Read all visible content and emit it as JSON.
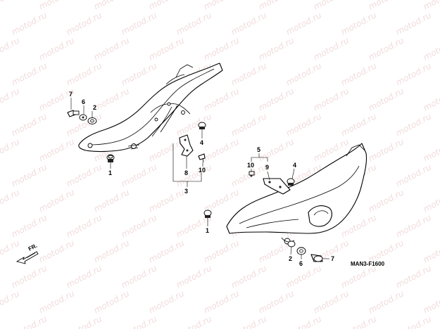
{
  "watermark_text": "motod.ru",
  "diagram_code": "MAN3-F1600",
  "direction_label": "FR.",
  "left_panel_callouts": {
    "c7": "7",
    "c6": "6",
    "c2": "2",
    "c1": "1"
  },
  "bracket_callouts": {
    "c4": "4",
    "c8": "8",
    "c10": "10",
    "c3": "3",
    "c1b": "1"
  },
  "right_panel_callouts": {
    "c5": "5",
    "c10": "10",
    "c9": "9",
    "c4": "4",
    "c2": "2",
    "c6": "6",
    "c7": "7"
  }
}
